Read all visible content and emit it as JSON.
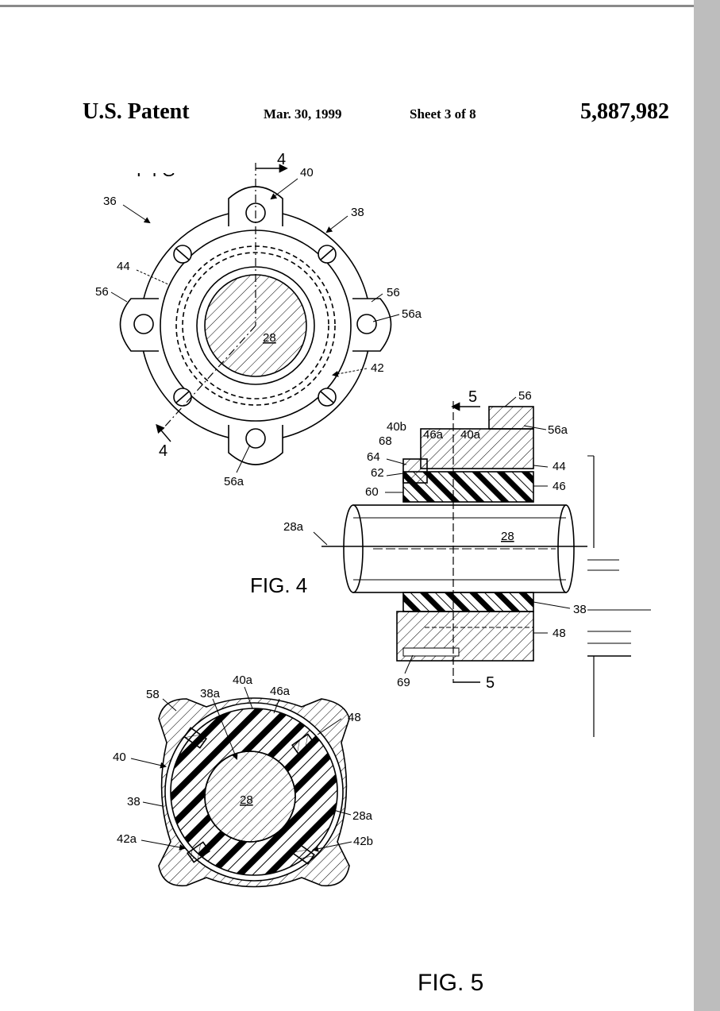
{
  "header": {
    "title": "U.S. Patent",
    "date": "Mar. 30, 1999",
    "sheet": "Sheet 3 of 8",
    "patent_number": "5,887,982"
  },
  "fig3": {
    "section_marker": "4",
    "section_marker_bottom": "4",
    "refs": {
      "r36": "36",
      "r40": "40",
      "r38": "38",
      "r44": "44",
      "r56_left": "56",
      "r56_right": "56",
      "r56a_right": "56a",
      "r28": "28",
      "r42": "42",
      "r56a_bottom": "56a"
    }
  },
  "fig4": {
    "caption": "FIG. 4",
    "section_marker_top": "5",
    "section_marker_bottom": "5",
    "refs": {
      "r56": "56",
      "r56a": "56a",
      "r40b": "40b",
      "r46a": "46a",
      "r40a": "40a",
      "r68": "68",
      "r64": "64",
      "r62": "62",
      "r60": "60",
      "r44": "44",
      "r46": "46",
      "r28a": "28a",
      "r28": "28",
      "r38": "38",
      "r48": "48",
      "r69": "69"
    }
  },
  "fig5": {
    "caption": "FIG. 5",
    "refs": {
      "r40a": "40a",
      "r58": "58",
      "r38a": "38a",
      "r46a": "46a",
      "r48": "48",
      "r40": "40",
      "r38": "38",
      "r28": "28",
      "r28a": "28a",
      "r42a": "42a",
      "r42b": "42b"
    }
  }
}
